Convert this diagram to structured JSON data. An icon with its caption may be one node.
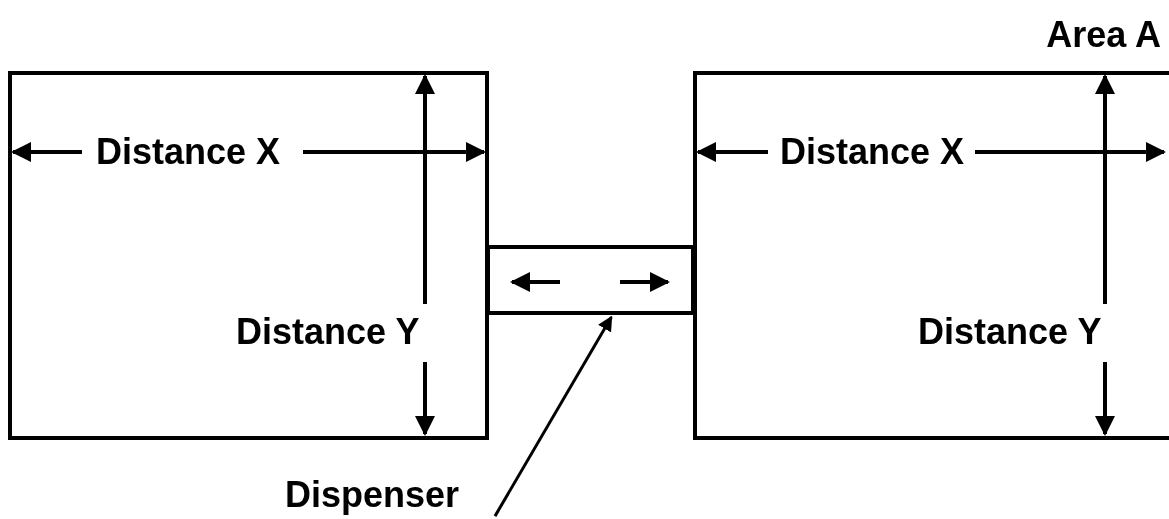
{
  "diagram": {
    "nodes": [
      {
        "text": [],
        "shape": "box"
      },
      {
        "text": [
          "Area A"
        ]
      },
      {
        "text": [],
        "shape": "box"
      },
      {
        "text": [
          "Dispenser"
        ]
      }
    ],
    "edges": [
      {
        "from": 3,
        "to": 2,
        "arrow": "to"
      }
    ],
    "labels": [
      "Distance X",
      "Distance X",
      "Distance Y",
      "Distance Y"
    ]
  }
}
